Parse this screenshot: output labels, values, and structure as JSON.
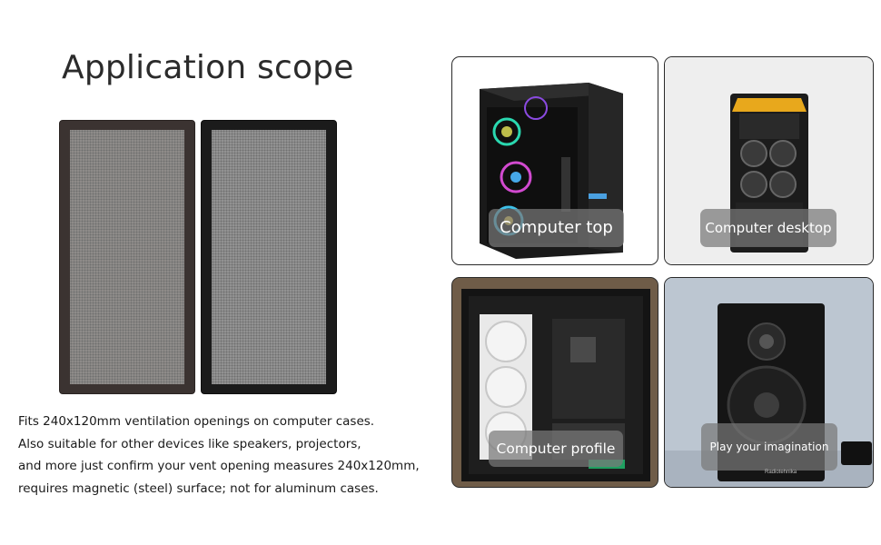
{
  "heading": "Application scope",
  "description": {
    "lines": [
      "Fits 240x120mm ventilation openings on computer cases.",
      "Also suitable for other devices like speakers, projectors,",
      "and more just confirm your vent opening measures 240x120mm,",
      "requires magnetic (steel) surface; not for aluminum cases."
    ]
  },
  "panels": {
    "top": {
      "caption": "Computer top"
    },
    "desktop": {
      "caption": "Computer desktop"
    },
    "profile": {
      "caption": "Computer profile"
    },
    "speaker": {
      "caption": "Play your imagination",
      "brand_label": "Radiotehnika"
    }
  },
  "colors": {
    "panel_border": "#2a2a2a",
    "caption_bg": "#787878",
    "accent_yellow": "#e8a81c"
  }
}
